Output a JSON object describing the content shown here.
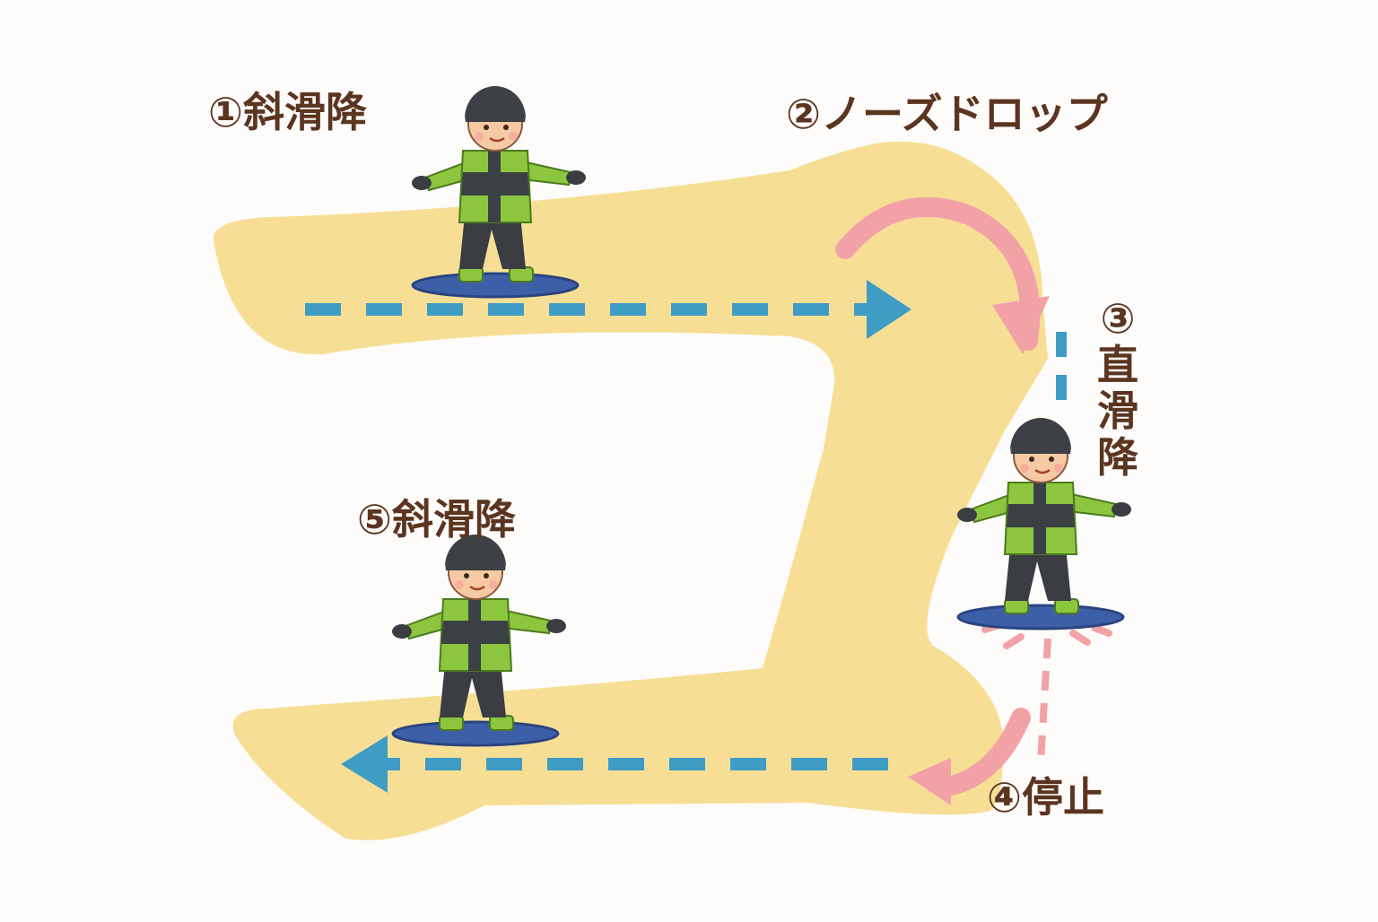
{
  "labels": {
    "step1": "①斜滑降",
    "step2": "②ノーズドロップ",
    "step3_number": "③",
    "step3_chars": [
      "直",
      "滑",
      "降"
    ],
    "step4": "④停止",
    "step5": "⑤斜滑降"
  },
  "colors": {
    "slope": "#f6df95",
    "path_arrow": "#3f9cc4",
    "turn_arrow": "#f2a2a6",
    "label_text": "#5b3520",
    "jacket": "#8cc63f",
    "jacket_dark": "#3b4045",
    "board": "#3d5fa8",
    "helmet": "#3d4044"
  },
  "icons": {
    "snowboarder": "snowboarder-figure",
    "traverse_arrow": "dashed-arrow",
    "turn_arrow": "curved-arrow"
  }
}
